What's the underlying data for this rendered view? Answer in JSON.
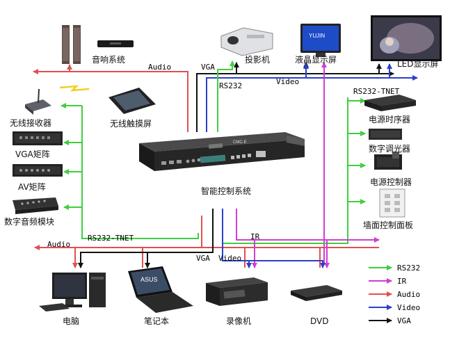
{
  "colors": {
    "rs232": "#3ecf3e",
    "ir": "#d23cd2",
    "audio": "#e05050",
    "video": "#2a3fc8",
    "vga": "#111111"
  },
  "bus_labels": {
    "audio_top": "Audio",
    "vga_top": "VGA",
    "rs232_top": "RS232",
    "video_top": "Video",
    "rs232_tnet_right": "RS232-TNET",
    "audio_bottom": "Audio",
    "rs232_tnet_bottom": "RS232-TNET",
    "ir_bottom": "IR",
    "vga_bottom": "VGA",
    "video_bottom": "Video"
  },
  "devices": {
    "speakers": "音响系统",
    "projector": "投影机",
    "lcd": "液晶显示屏",
    "lcd_brand": "YUJIN",
    "led": "LED显示屏",
    "wireless_receiver": "无线接收器",
    "wireless_touch": "无线触摸屏",
    "vga_matrix": "VGA矩阵",
    "av_matrix": "AV矩阵",
    "audio_module": "数字音频模块",
    "controller": "智能控制系统",
    "controller_badge": "CMC-E",
    "power_sequencer": "电源时序器",
    "dimmer": "数字调光器",
    "power_controller": "电源控制器",
    "wall_panel": "墙面控制面板",
    "pc": "电脑",
    "laptop": "笔记本",
    "laptop_brand": "ASUS",
    "vcr": "录像机",
    "dvd": "DVD"
  },
  "legend": [
    {
      "key": "rs232",
      "label": "RS232"
    },
    {
      "key": "ir",
      "label": "IR"
    },
    {
      "key": "audio",
      "label": "Audio"
    },
    {
      "key": "video",
      "label": "Video"
    },
    {
      "key": "vga",
      "label": "VGA"
    }
  ]
}
